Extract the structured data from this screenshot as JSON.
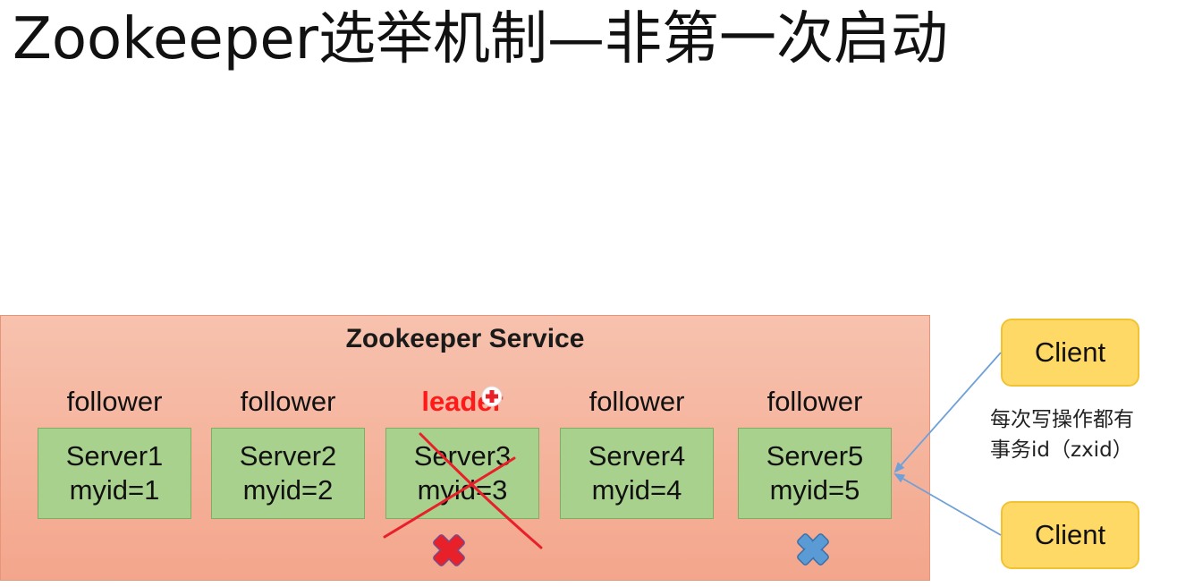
{
  "title": "Zookeeper选举机制—非第一次启动",
  "service": {
    "title": "Zookeeper Service"
  },
  "servers": [
    {
      "role": "follower",
      "name": "Server1",
      "myid": "myid=1",
      "failed": false,
      "is_leader": false
    },
    {
      "role": "follower",
      "name": "Server2",
      "myid": "myid=2",
      "failed": false,
      "is_leader": false
    },
    {
      "role": "leader",
      "name": "Server3",
      "myid": "myid=3",
      "failed": true,
      "is_leader": true
    },
    {
      "role": "follower",
      "name": "Server4",
      "myid": "myid=4",
      "failed": false,
      "is_leader": false
    },
    {
      "role": "follower",
      "name": "Server5",
      "myid": "myid=5",
      "failed": false,
      "is_leader": false
    }
  ],
  "clients": [
    {
      "label": "Client"
    },
    {
      "label": "Client"
    }
  ],
  "note": {
    "line1": "每次写操作都有",
    "line2": "事务id（zxid）"
  },
  "colors": {
    "service_fill": "#f3a68c",
    "server_fill": "#a9d18e",
    "client_fill": "#ffd966",
    "leader_text": "#ff1a1a",
    "red_cross": "#e8202a",
    "blue_cross": "#5b9bd5",
    "arrow": "#6fa0d8"
  }
}
